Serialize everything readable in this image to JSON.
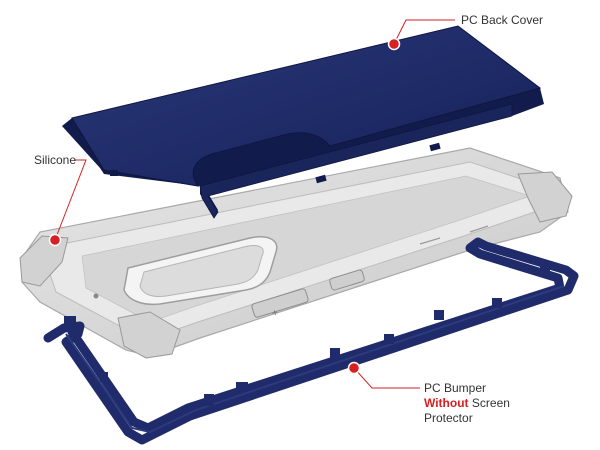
{
  "colors": {
    "back_cover": "#1d2a66",
    "back_cover_edge": "#121c4c",
    "silicone": "#dcdcdc",
    "silicone_edge": "#a9a9a9",
    "bumper": "#1f2b6a",
    "callout_dot": "#d62021",
    "callout_line": "#d62021",
    "label_text": "#333333"
  },
  "labels": {
    "back_cover": "PC Back Cover",
    "silicone": "Silicone",
    "bumper": {
      "prefix": "PC Bumper",
      "emphasis": "Without",
      "middle": "Screen",
      "suffix": "Protector"
    }
  }
}
